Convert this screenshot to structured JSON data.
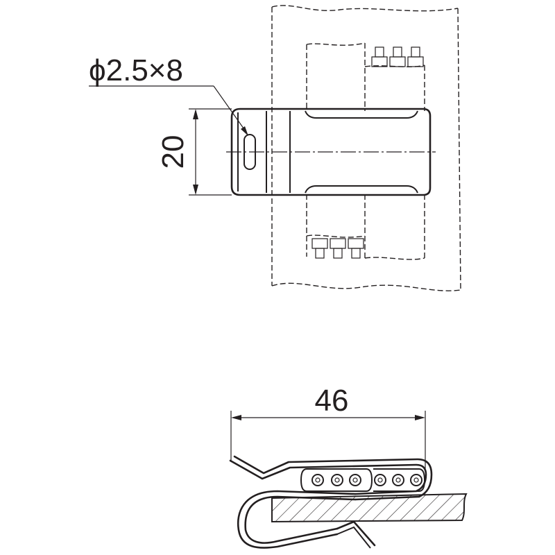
{
  "dimensions": {
    "hole_callout": "ϕ2.5×8",
    "height": "20",
    "width": "46"
  },
  "colors": {
    "line": "#231f20",
    "background": "#ffffff"
  }
}
